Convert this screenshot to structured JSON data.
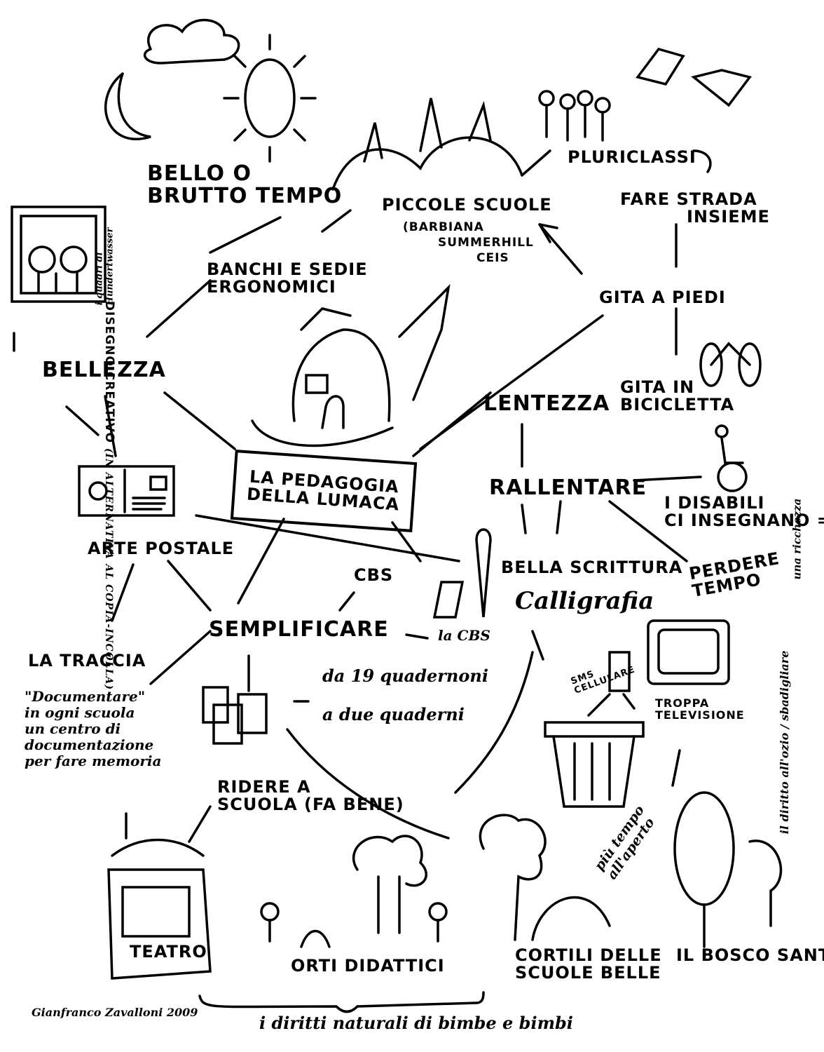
{
  "title": "La pedagogia della lumaca",
  "center": {
    "line1": "La pedagogia",
    "line2": "della lumaca"
  },
  "nodes": {
    "bello_brutto": {
      "line1": "Bello o",
      "line2": "brutto tempo"
    },
    "piccole_scuole": {
      "title": "Piccole scuole",
      "sub1": "(Barbiana",
      "sub2": "Summerhill",
      "sub3": "CEIS"
    },
    "pluriclassi": "Pluriclassi",
    "fare_strada": {
      "line1": "Fare strada",
      "line2": "insieme"
    },
    "banchi": {
      "line1": "Banchi e sedie",
      "line2": "ergonomici"
    },
    "gita_piedi": "Gita a piedi",
    "gita_bici": {
      "line1": "Gita in",
      "line2": "bicicletta"
    },
    "hundertwasser": {
      "line1": "i quadri di",
      "line2": "Hundertwasser"
    },
    "bellezza": "Bellezza",
    "lentezza": "Lentezza",
    "rallentare": "Rallentare",
    "disabili": {
      "line1": "I disabili",
      "line2": "ci insegnano ="
    },
    "ricchezza": "una ricchezza",
    "arte_postale": "Arte postale",
    "perdere_tempo": {
      "line1": "Perdere",
      "line2": "tempo"
    },
    "bella_scrittura": {
      "line1": "Bella scrittura",
      "line2": "Calligrafia"
    },
    "cbs": "CBS",
    "semplificare": "Semplificare",
    "la_cbs": "la CBS",
    "quaderni": {
      "line1": "da 19 quadernoni",
      "line2": "a due quaderni"
    },
    "disegno_creativo": {
      "line1": "Disegno creativo",
      "line2": "(in alternativa",
      "line3": "al copia-incolla)"
    },
    "la_traccia": "La traccia",
    "documentare": {
      "line1": "\"Documentare\"",
      "line2": "in ogni scuola",
      "line3": "un centro di",
      "line4": "documentazione",
      "line5": "per fare memoria"
    },
    "sms": {
      "line1": "SMS",
      "line2": "cellulare"
    },
    "troppa_tv": {
      "line1": "Troppa",
      "line2": "televisione"
    },
    "piu_tempo": {
      "line1": "più tempo",
      "line2": "all'aperto"
    },
    "diritto_ozio": "il diritto all'ozio / sbadigliare",
    "ridere": {
      "line1": "Ridere a",
      "line2": "scuola (fa bene)"
    },
    "teatro": "Teatro",
    "orti": "Orti didattici",
    "cortili": {
      "line1": "Cortili delle",
      "line2": "scuole belle"
    },
    "bosco": "Il bosco santo",
    "diritti": "i diritti naturali di bimbe e bimbi"
  },
  "signature": {
    "name": "Gianfranco Zavalloni",
    "year": "2009"
  }
}
